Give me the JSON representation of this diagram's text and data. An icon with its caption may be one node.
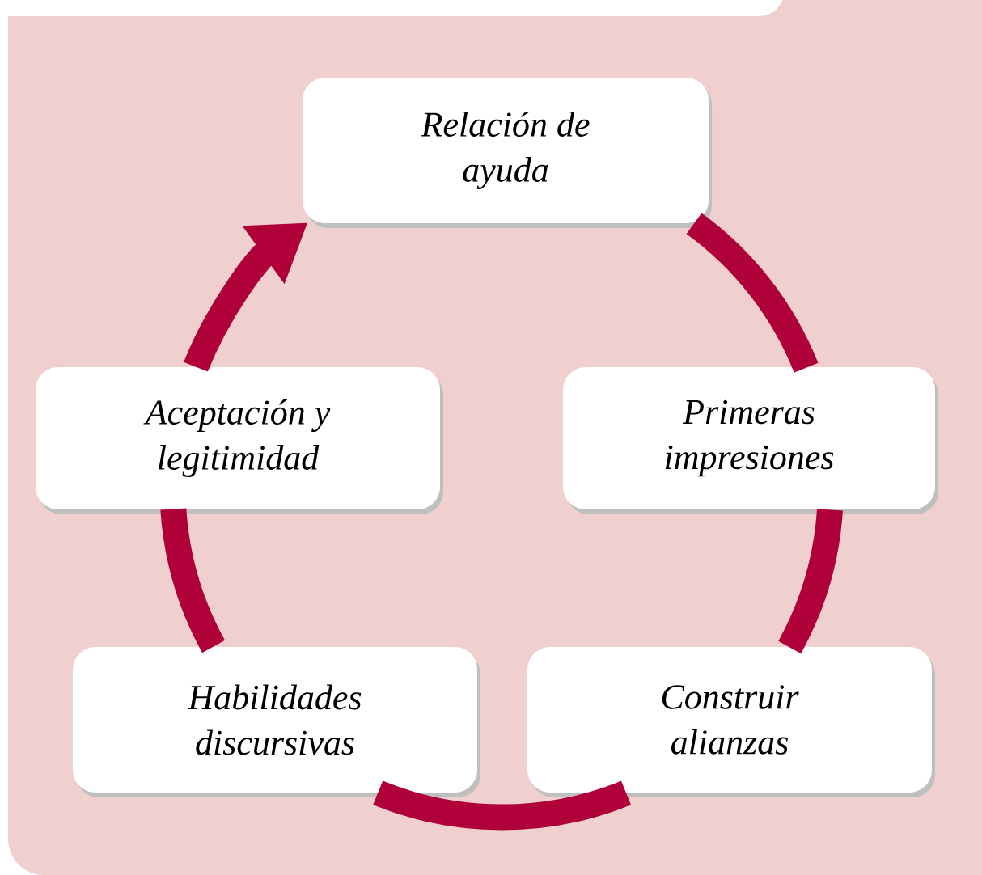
{
  "diagram": {
    "nodes": [
      {
        "text": [
          "Relación de ayuda"
        ]
      },
      {
        "text": [
          "Primeras impresiones"
        ]
      },
      {
        "text": [
          "Construir alianzas"
        ]
      },
      {
        "text": [
          "Habilidades discursivas"
        ]
      },
      {
        "text": [
          "Aceptación y legitimidad"
        ]
      }
    ],
    "edges": [
      {
        "from": 0,
        "to": 1,
        "arrow": "none"
      },
      {
        "from": 1,
        "to": 2,
        "arrow": "none"
      },
      {
        "from": 2,
        "to": 3,
        "arrow": "none"
      },
      {
        "from": 3,
        "to": 4,
        "arrow": "none"
      },
      {
        "from": 4,
        "to": 0,
        "arrow": "to"
      }
    ]
  }
}
